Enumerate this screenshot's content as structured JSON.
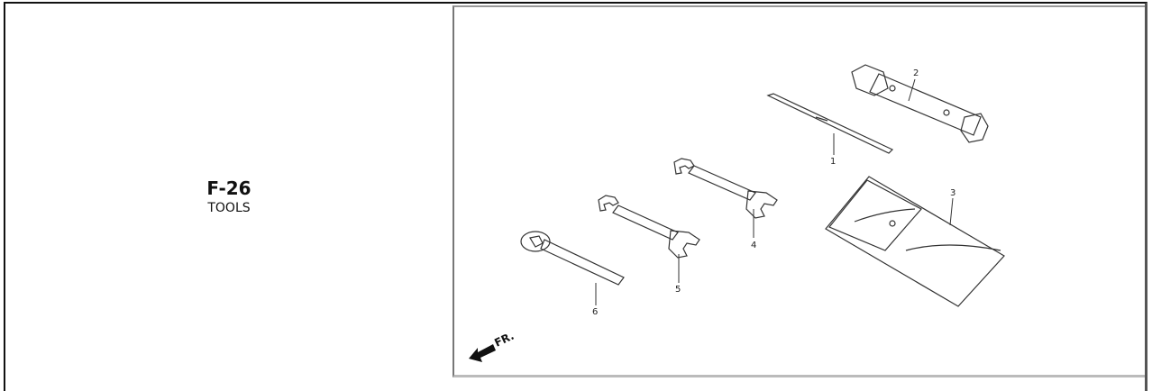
{
  "section": {
    "code": "F-26",
    "name": "TOOLS"
  },
  "diagram": {
    "callouts": [
      "1",
      "2",
      "3",
      "4",
      "5",
      "6"
    ],
    "front_marker": "FR."
  }
}
